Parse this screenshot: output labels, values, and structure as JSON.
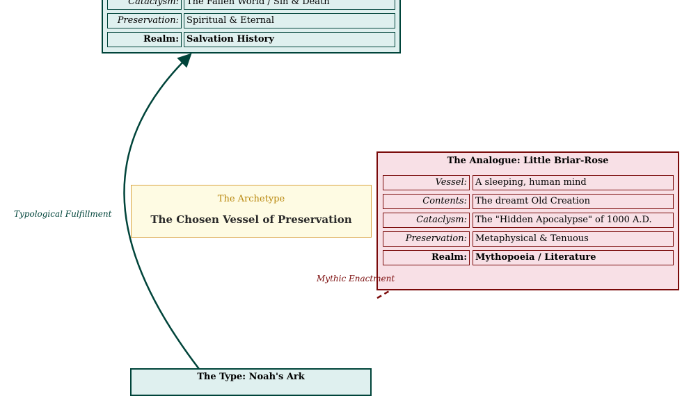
{
  "type_top": {
    "rows": [
      {
        "label": "Cataclysm:",
        "value": "The Fallen World / Sin & Death"
      },
      {
        "label": "Preservation:",
        "value": "Spiritual & Eternal"
      },
      {
        "label": "Realm:",
        "value": "Salvation History"
      }
    ]
  },
  "analogue": {
    "title": "The Analogue: Little Briar-Rose",
    "rows": [
      {
        "label": "Vessel:",
        "value": "A sleeping, human mind"
      },
      {
        "label": "Contents:",
        "value": "The dreamt Old Creation"
      },
      {
        "label": "Cataclysm:",
        "value": "The \"Hidden Apocalypse\" of 1000 A.D."
      },
      {
        "label": "Preservation:",
        "value": "Metaphysical & Tenuous"
      },
      {
        "label": "Realm:",
        "value": "Mythopoeia / Literature"
      }
    ]
  },
  "archetype": {
    "subtitle": "The Archetype",
    "title": "The Chosen Vessel of Preservation"
  },
  "noah": {
    "title": "The Type: Noah's Ark"
  },
  "edges": {
    "typological": "Typological Fulfillment",
    "mythic": "Mythic Enactment"
  },
  "colors": {
    "green": "#00443a",
    "red": "#7a0a0a",
    "gold": "#b8860b"
  }
}
